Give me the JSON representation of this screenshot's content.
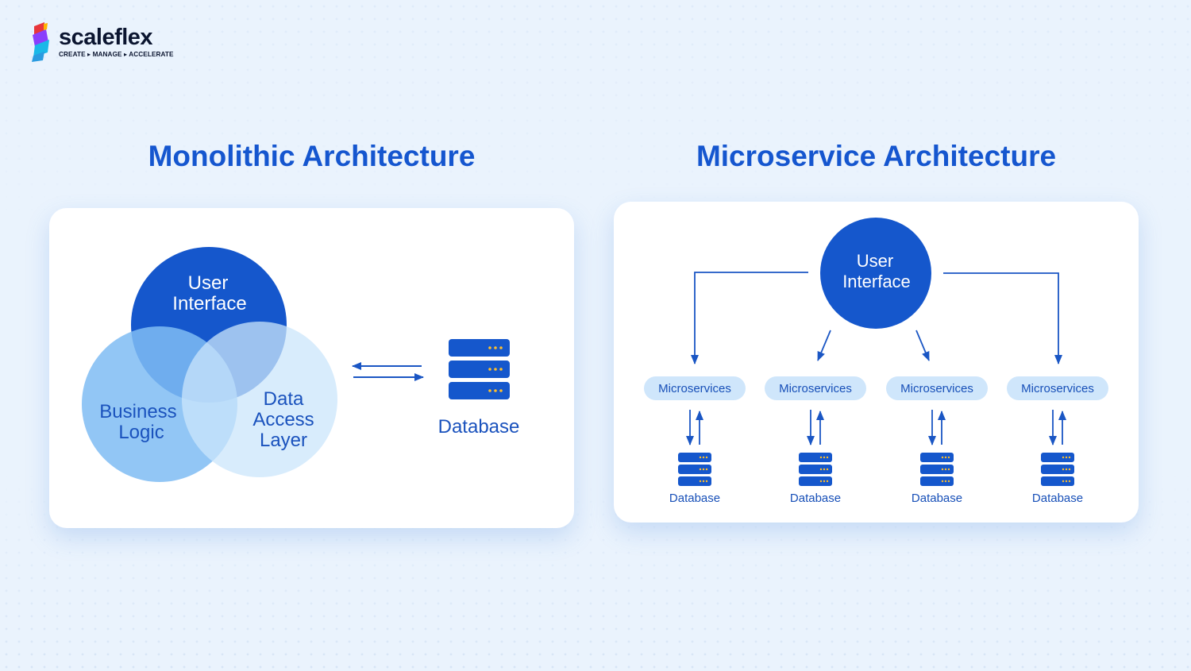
{
  "brand": {
    "name": "scaleflex",
    "tagline": "CREATE ▸ MANAGE ▸ ACCELERATE",
    "colors": [
      "#e8363b",
      "#8a3ffc",
      "#1ab8e8",
      "#ffb400"
    ]
  },
  "monolithic": {
    "title": "Monolithic Architecture",
    "ui_label": [
      "User",
      "Interface"
    ],
    "business_label": [
      "Business",
      "Logic"
    ],
    "dal_label": [
      "Data",
      "Access",
      "Layer"
    ],
    "db_label": "Database"
  },
  "microservice": {
    "title": "Microservice Architecture",
    "ui_label": [
      "User",
      "Interface"
    ],
    "services": [
      {
        "label": "Microservices",
        "db_label": "Database"
      },
      {
        "label": "Microservices",
        "db_label": "Database"
      },
      {
        "label": "Microservices",
        "db_label": "Database"
      },
      {
        "label": "Microservices",
        "db_label": "Database"
      }
    ]
  },
  "colors": {
    "accent": "#1556cf",
    "circle_ui": "#1557cc",
    "circle_business": "#8cc4f4",
    "circle_dal": "#d5ecfc",
    "db_dots": "#ffbf2b",
    "background": "#eaf3fd"
  },
  "icons": {
    "database": "database-icon",
    "arrows": "bidirectional-arrow-icon"
  }
}
